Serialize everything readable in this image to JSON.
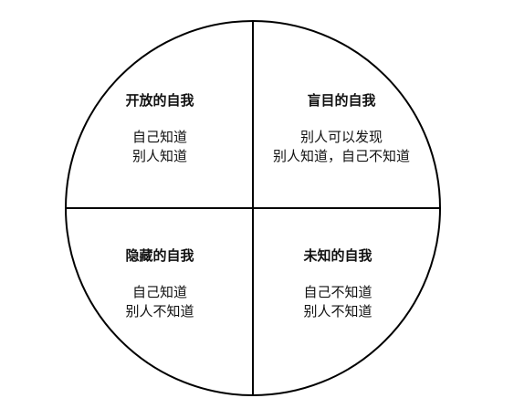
{
  "quadrants": {
    "open": {
      "title": "开放的自我",
      "lines": [
        "自己知道",
        "别人知道"
      ]
    },
    "blind": {
      "title": "盲目的自我",
      "lines": [
        "别人可以发现",
        "别人知道，自己不知道"
      ]
    },
    "hidden": {
      "title": "隐藏的自我",
      "lines": [
        "自己知道",
        "别人不知道"
      ]
    },
    "unknown": {
      "title": "未知的自我",
      "lines": [
        "自己不知道",
        "别人不知道"
      ]
    }
  }
}
